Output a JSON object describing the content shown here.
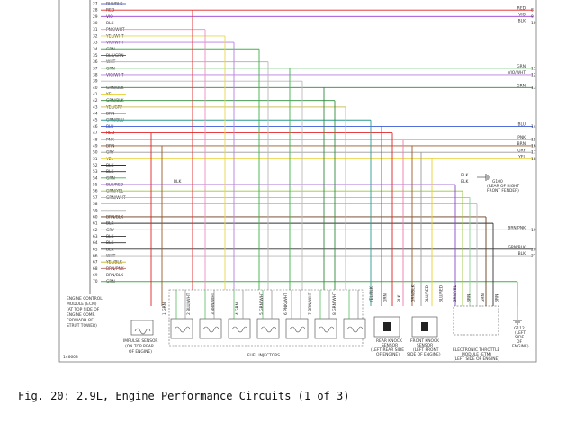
{
  "caption": "Fig. 20: 2.9L, Engine Performance Circuits (1 of 3)",
  "figure_id": "146603",
  "pins": [
    {
      "pin": "27",
      "color": "BLU/BLK",
      "hex": "#5b6bd6"
    },
    {
      "pin": "28",
      "color": "RED",
      "hex": "#e02424"
    },
    {
      "pin": "29",
      "color": "VIO",
      "hex": "#9b3fd0"
    },
    {
      "pin": "30",
      "color": "BLK",
      "hex": "#333333"
    },
    {
      "pin": "31",
      "color": "PNK/WHT",
      "hex": "#f08cc0"
    },
    {
      "pin": "32",
      "color": "YEL/WHT",
      "hex": "#e8d84a"
    },
    {
      "pin": "33",
      "color": "VIO/WHT",
      "hex": "#b77fe0"
    },
    {
      "pin": "34",
      "color": "GRN",
      "hex": "#3fb24a"
    },
    {
      "pin": "35",
      "color": "BLK/GRN",
      "hex": "#3d6b3d"
    },
    {
      "pin": "36",
      "color": "WHT",
      "hex": "#b8b8b8"
    },
    {
      "pin": "37",
      "color": "GRN",
      "hex": "#3fb24a"
    },
    {
      "pin": "38",
      "color": "VIO/WHT",
      "hex": "#b77fe0"
    },
    {
      "pin": "39",
      "color": "",
      "hex": "#bbbbbb"
    },
    {
      "pin": "40",
      "color": "GRN/BLK",
      "hex": "#2f8a3a"
    },
    {
      "pin": "41",
      "color": "YEL",
      "hex": "#e8d030"
    },
    {
      "pin": "42",
      "color": "GRN/BLK",
      "hex": "#2f8a3a"
    },
    {
      "pin": "43",
      "color": "YEL/GRY",
      "hex": "#c9c060"
    },
    {
      "pin": "44",
      "color": "BRN",
      "hex": "#9a5a2a"
    },
    {
      "pin": "45",
      "color": "GRN/BLU",
      "hex": "#2f9a8a"
    },
    {
      "pin": "46",
      "color": "BLU",
      "hex": "#3a5ad8"
    },
    {
      "pin": "47",
      "color": "RED",
      "hex": "#e02424"
    },
    {
      "pin": "48",
      "color": "PNK",
      "hex": "#f07aa8"
    },
    {
      "pin": "49",
      "color": "BRN",
      "hex": "#9a5a2a"
    },
    {
      "pin": "50",
      "color": "GRY",
      "hex": "#9a9a9a"
    },
    {
      "pin": "51",
      "color": "YEL",
      "hex": "#e8d030"
    },
    {
      "pin": "52",
      "color": "BLK",
      "hex": "#333333"
    },
    {
      "pin": "53",
      "color": "BLK",
      "hex": "#333333"
    },
    {
      "pin": "54",
      "color": "GRN",
      "hex": "#3fb24a"
    },
    {
      "pin": "55",
      "color": "BLU/RED",
      "hex": "#8a48c8"
    },
    {
      "pin": "56",
      "color": "GRN/YEL",
      "hex": "#9ac83a"
    },
    {
      "pin": "57",
      "color": "GRN/WHT",
      "hex": "#8fd09a"
    },
    {
      "pin": "58",
      "color": "",
      "hex": "#bbbbbb"
    },
    {
      "pin": "59",
      "color": "",
      "hex": "#bbbbbb"
    },
    {
      "pin": "60",
      "color": "BRN/BLK",
      "hex": "#6a3a1a"
    },
    {
      "pin": "61",
      "color": "BLK",
      "hex": "#333333"
    },
    {
      "pin": "62",
      "color": "GRY",
      "hex": "#9a9a9a"
    },
    {
      "pin": "63",
      "color": "BLK",
      "hex": "#333333"
    },
    {
      "pin": "64",
      "color": "BLK",
      "hex": "#333333"
    },
    {
      "pin": "65",
      "color": "BLK",
      "hex": "#333333"
    },
    {
      "pin": "66",
      "color": "WHT",
      "hex": "#b8b8b8"
    },
    {
      "pin": "67",
      "color": "YEL/BLK",
      "hex": "#c8b020"
    },
    {
      "pin": "68",
      "color": "BRN/PNK",
      "hex": "#c07a7a"
    },
    {
      "pin": "69",
      "color": "BRN/BLK",
      "hex": "#6a3a1a"
    },
    {
      "pin": "70",
      "color": "GRN",
      "hex": "#3fb24a"
    }
  ],
  "right_labels": [
    {
      "text": "RED",
      "pin": "28",
      "num": "8"
    },
    {
      "text": "VIO",
      "pin": "29",
      "num": "9"
    },
    {
      "text": "BLK",
      "pin": "30",
      "num": "10"
    },
    {
      "text": "GRN",
      "pin": "37",
      "num": "11"
    },
    {
      "text": "VIO/WHT",
      "pin": "38",
      "num": "12"
    },
    {
      "text": "GRN",
      "pin": "40",
      "num": "13"
    },
    {
      "text": "BLU",
      "pin": "46",
      "num": "14"
    },
    {
      "text": "PNK",
      "pin": "48",
      "num": "15"
    },
    {
      "text": "BRN",
      "pin": "49",
      "num": "16"
    },
    {
      "text": "GRY",
      "pin": "50",
      "num": "17"
    },
    {
      "text": "YEL",
      "pin": "51",
      "num": "18"
    },
    {
      "text": "BRN/PNK",
      "pin": "62",
      "num": "19"
    },
    {
      "text": "GRN/BLK",
      "pin": "65",
      "num": "20"
    },
    {
      "text": "BLK",
      "pin": "66",
      "num": "21"
    }
  ],
  "ecm_label": [
    "ENGINE CONTROL",
    "MODULE (ECM)",
    "(AT TOP SIDE OF",
    "ENGINE COMP.",
    "FORWARD OF",
    "STRUT TOWER)"
  ],
  "impulse_label": [
    "IMPULSE SENSOR",
    "(ON TOP REAR",
    "OF ENGINE)"
  ],
  "fuel_injectors_label": "FUEL INJECTORS",
  "rear_knock_label": [
    "REAR KNOCK",
    "SENSOR",
    "(LEFT REAR SIDE",
    "OF ENGINE)"
  ],
  "front_knock_label": [
    "FRONT KNOCK",
    "SENSOR",
    "(LEFT FRONT",
    "SIDE OF ENGINE)"
  ],
  "throttle_label": [
    "ELECTRONIC THROTTLE",
    "MODULE (ETM)",
    "(LEFT SIDE OF ENGINE)"
  ],
  "ground_g100": [
    "G100",
    "(REAR OF RIGHT",
    "FRONT FENDER)"
  ],
  "ground_g112": [
    "G112",
    "(LEFT",
    "SIDE",
    "OF",
    "ENGINE)"
  ],
  "blk_labels": [
    "BLK",
    "BLK",
    "BLK"
  ],
  "injector_wires": [
    "1 GRN",
    "2 BLU/WHT",
    "3 BRN/WHT",
    "4 GRN",
    "5 GRN/WHT",
    "6 PNK/WHT",
    "7 BRN/WHT",
    "8 GRN/WHT"
  ],
  "sensor_wires": [
    "YEL/BLK",
    "GRN",
    "BLK",
    "GRN/BLK",
    "BLU/RED",
    "BLU/RED",
    "GRN/YEL",
    "BRN",
    "GRN",
    "BRN"
  ]
}
